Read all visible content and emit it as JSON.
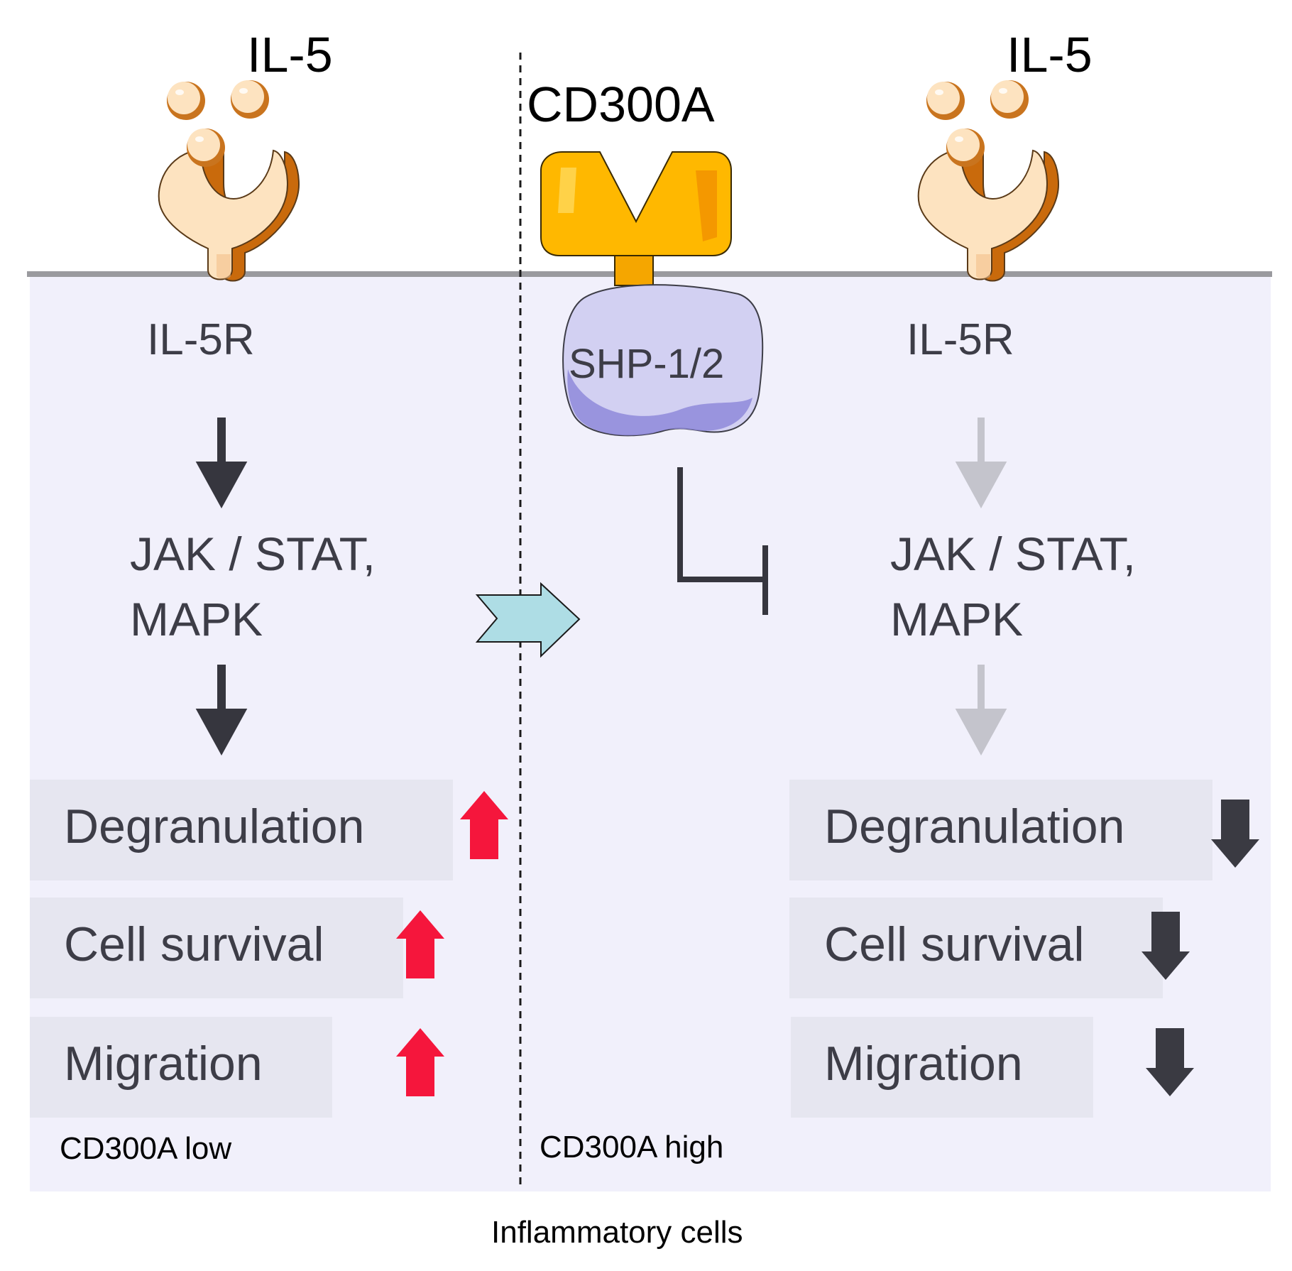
{
  "left_panel": {
    "ligand_label": "IL-5",
    "receptor_label": "IL-5R",
    "pathway_line1": "JAK / STAT,",
    "pathway_line2": "MAPK",
    "outcomes": [
      "Degranulation",
      "Cell survival",
      "Migration"
    ],
    "outcome_direction": "up",
    "condition_label": "CD300A low"
  },
  "center": {
    "receptor_label": "CD300A",
    "phosphatase_label": "SHP-1/2"
  },
  "right_panel": {
    "ligand_label": "IL-5",
    "receptor_label": "IL-5R",
    "pathway_line1": "JAK / STAT,",
    "pathway_line2": "MAPK",
    "outcomes": [
      "Degranulation",
      "Cell survival",
      "Migration"
    ],
    "outcome_direction": "down",
    "condition_label": "CD300A high"
  },
  "footer_label": "Inflammatory cells",
  "colors": {
    "cell_background": "#f1f0fb",
    "membrane": "#9a9a9e",
    "outcome_box": "#e6e6f0",
    "up_arrow": "#f5163c",
    "down_arrow": "#3a3a42",
    "active_arrow": "#36363e",
    "inactive_arrow": "#c4c4cc",
    "receptor_fill": "#fde3c0",
    "receptor_shadow": "#c96a0c",
    "cd300a_fill": "#ffb800",
    "shp_fill": "#d2d0f2",
    "shift_arrow": "#aedde5"
  }
}
